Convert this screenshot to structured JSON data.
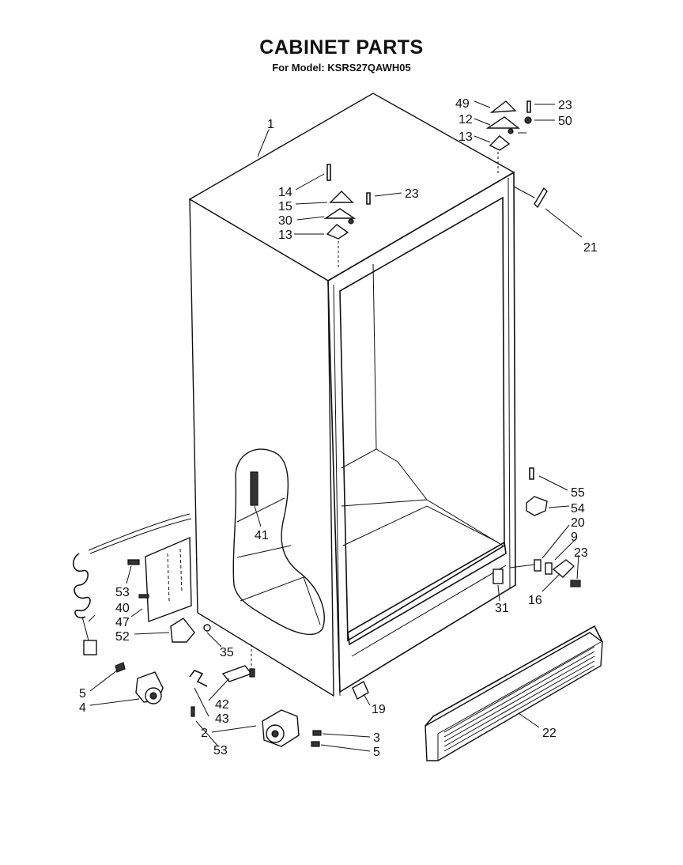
{
  "header": {
    "title": "CABINET PARTS",
    "subtitle": "For Model: KSRS27QAWH05"
  },
  "callouts": [
    "1",
    "49",
    "23",
    "12",
    "50",
    "13",
    "14",
    "23",
    "15",
    "30",
    "13",
    "21",
    "41",
    "55",
    "54",
    "20",
    "9",
    "23",
    "16",
    "31",
    "53",
    "40",
    "47",
    "52",
    "35",
    "5",
    "4",
    "42",
    "43",
    "2",
    "53",
    "19",
    "3",
    "5",
    "22"
  ]
}
